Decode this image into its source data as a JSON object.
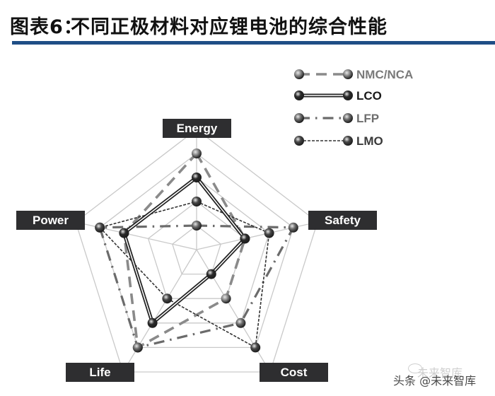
{
  "header": {
    "figure_number": "图表6：",
    "title": "不同正极材料对应锂电池的综合性能",
    "rule_color": "#1f4e86"
  },
  "chart_data": {
    "type": "radar",
    "title": "不同正极材料对应锂电池的综合性能",
    "axes": [
      "Energy",
      "Safety",
      "Cost",
      "Life",
      "Power"
    ],
    "scale_min": 0,
    "scale_max": 5,
    "rings": 5,
    "grid": true,
    "legend_position": "top-right",
    "series": [
      {
        "name": "NMC/NCA",
        "values": [
          4,
          2,
          2,
          4,
          3
        ],
        "line_style": "long-dash",
        "line_color": "#8a8a8a",
        "marker_color": "#8c8c8c",
        "label_color": "#7a7a7a"
      },
      {
        "name": "LCO",
        "values": [
          3,
          2,
          1,
          3,
          3
        ],
        "line_style": "double-solid",
        "line_color": "#222222",
        "marker_color": "#2b2b2b",
        "label_color": "#1a1a1a"
      },
      {
        "name": "LFP",
        "values": [
          1,
          4,
          3,
          4,
          4
        ],
        "line_style": "dash-dot",
        "line_color": "#6b6b6b",
        "marker_color": "#6e6e6e",
        "label_color": "#6e6e6e"
      },
      {
        "name": "LMO",
        "values": [
          2,
          3,
          4,
          2,
          4
        ],
        "line_style": "dotted",
        "line_color": "#333333",
        "marker_color": "#474747",
        "label_color": "#3a3a3a"
      }
    ]
  },
  "watermark": {
    "text": "头条 @未来智库",
    "ghost_text": "未来智库",
    "icon": "wechat-icon"
  }
}
